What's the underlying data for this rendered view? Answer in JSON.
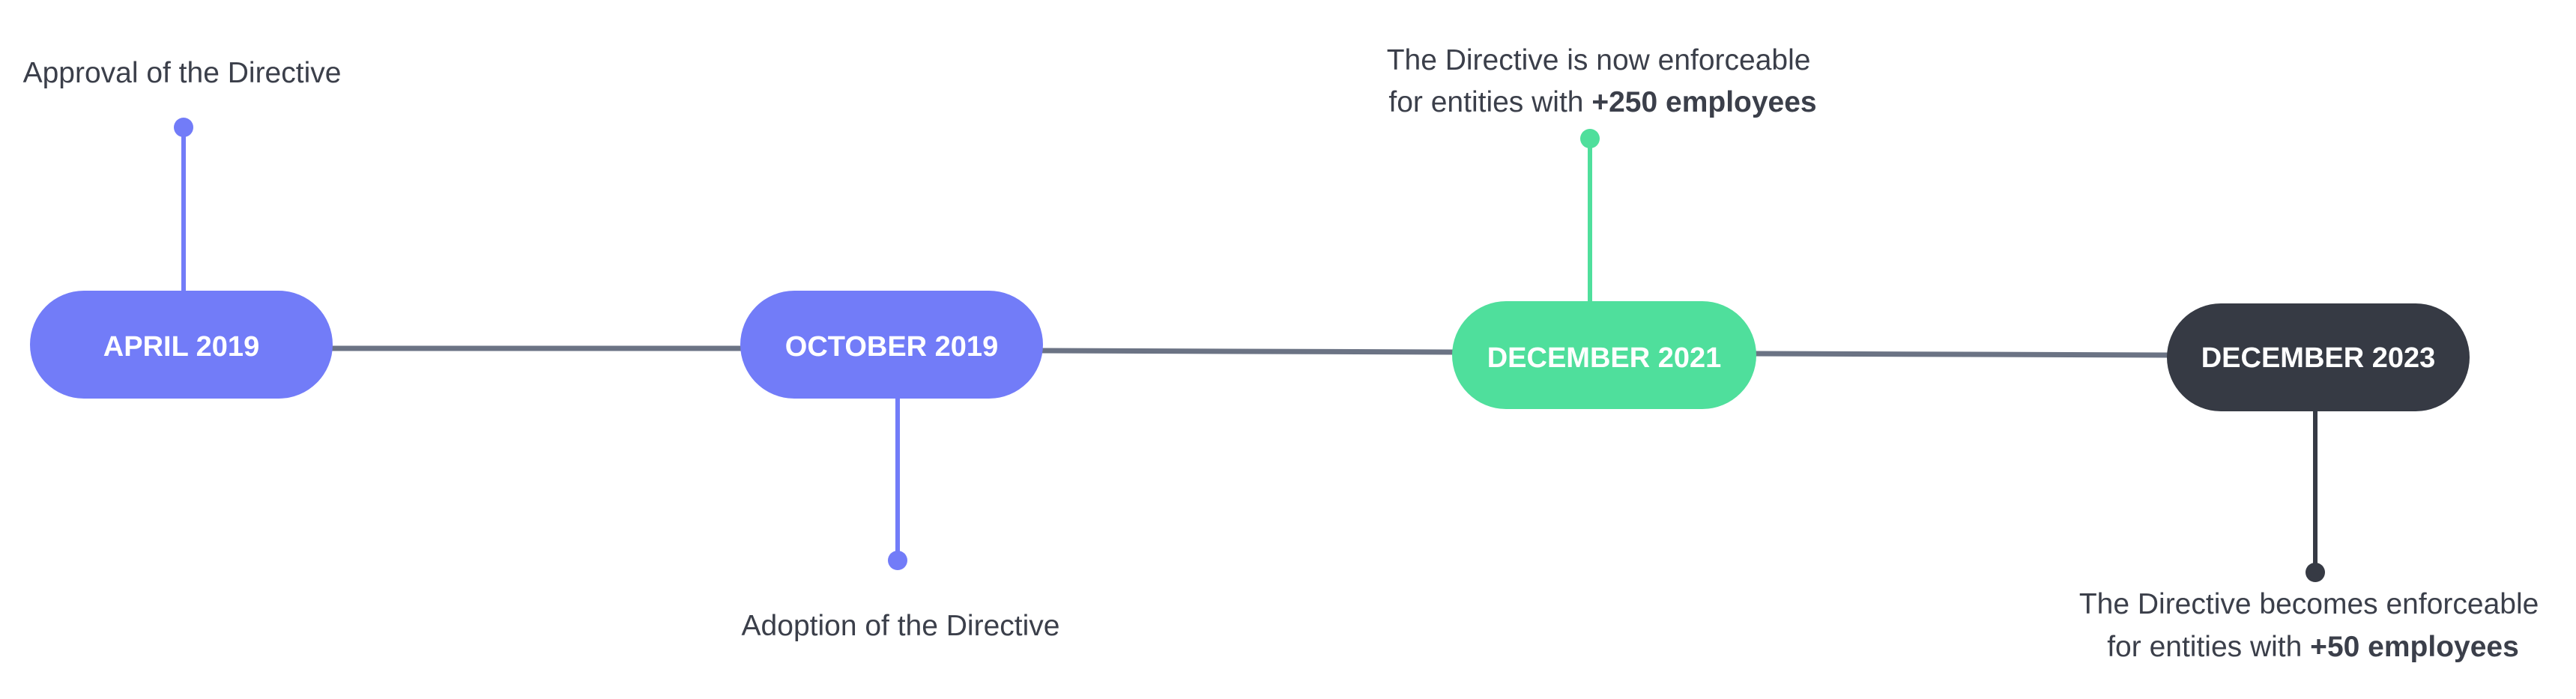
{
  "colors": {
    "purple": "#727cf8",
    "green": "#4fdf9c",
    "dark": "#363a44",
    "line": "#6b7384",
    "text": "#3b3f4a"
  },
  "milestones": [
    {
      "date": "APRIL 2019",
      "color": "purple",
      "caption_lines": [
        {
          "text": "Approval of the Directive",
          "strong": ""
        }
      ]
    },
    {
      "date": "OCTOBER 2019",
      "color": "purple",
      "caption_lines": [
        {
          "text": "Adoption of the Directive",
          "strong": ""
        }
      ]
    },
    {
      "date": "DECEMBER 2021",
      "color": "green",
      "caption_lines": [
        {
          "text": "The Directive is now enforceable",
          "strong": ""
        },
        {
          "text": "for entities with ",
          "strong": "+250 employees"
        }
      ]
    },
    {
      "date": "DECEMBER 2023",
      "color": "dark",
      "caption_lines": [
        {
          "text": "The Directive becomes enforceable",
          "strong": ""
        },
        {
          "text": "for entities with ",
          "strong": "+50 employees"
        }
      ]
    }
  ]
}
